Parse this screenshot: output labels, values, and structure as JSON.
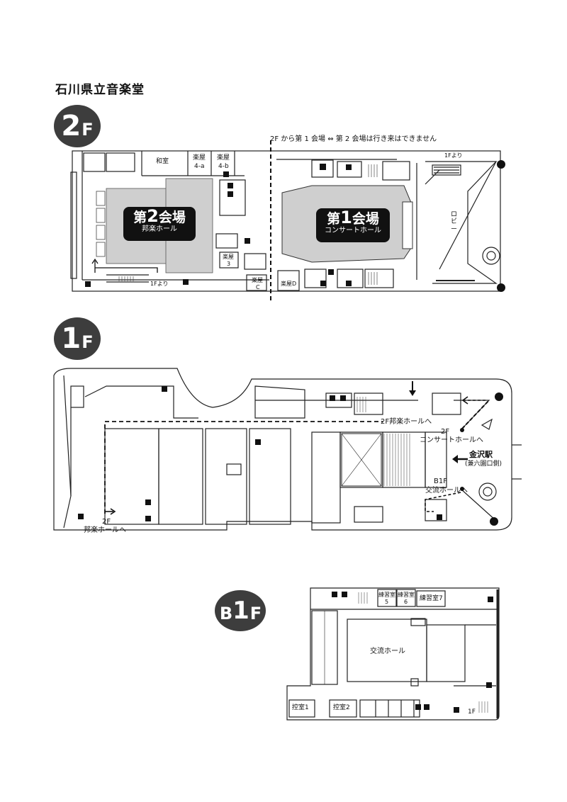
{
  "title": "石川県立音楽堂",
  "floors": {
    "f2": {
      "badge_num": "2",
      "badge_f": "F",
      "notice": "2F から第 1 会場 ⇔ 第 2 会場は行き来はできません",
      "hall2": {
        "name_pre": "第",
        "name_num": "2",
        "name_post": "会場",
        "sub": "邦楽ホール"
      },
      "hall1": {
        "name_pre": "第",
        "name_num": "1",
        "name_post": "会場",
        "sub": "コンサートホール"
      },
      "rooms": {
        "washitsu": "和室",
        "gakuya_4a_1": "楽屋",
        "gakuya_4a_2": "4-a",
        "gakuya_4b_1": "楽屋",
        "gakuya_4b_2": "4-b",
        "gakuya_3_1": "楽屋",
        "gakuya_3_2": "3",
        "gakuya_c_1": "楽屋",
        "gakuya_c_2": "C",
        "gakuya_d": "楽屋D",
        "lobby": "ロビー"
      },
      "from_1f_left": "1Fより",
      "from_1f_right": "1Fより"
    },
    "f1": {
      "badge_num": "1",
      "badge_f": "F",
      "to_hogaku_2f": "2F邦楽ホールへ",
      "to_concert_1": "2F",
      "to_concert_2": "コンサートホールへ",
      "kanazawa_1": "金沢駅",
      "kanazawa_2": "(兼六園口側)",
      "to_koryu_1": "B1F",
      "to_koryu_2": "交流ホールへ",
      "bottom_2f": "2F",
      "bottom_hogaku": "邦楽ホールへ"
    },
    "b1": {
      "badge_b": "B",
      "badge_num": "1",
      "badge_f": "F",
      "koryu": "交流ホール",
      "renshu5_1": "練習室",
      "renshu5_2": "5",
      "renshu6_1": "練習室",
      "renshu6_2": "6",
      "renshu7": "練習室7",
      "hikae1": "控室1",
      "hikae2": "控室2",
      "to_1f": "1F"
    }
  },
  "colors": {
    "badge": "#3d3d3d",
    "hall_fill": "#cfcfcf",
    "label_box": "#111111",
    "wall": "#222222"
  }
}
